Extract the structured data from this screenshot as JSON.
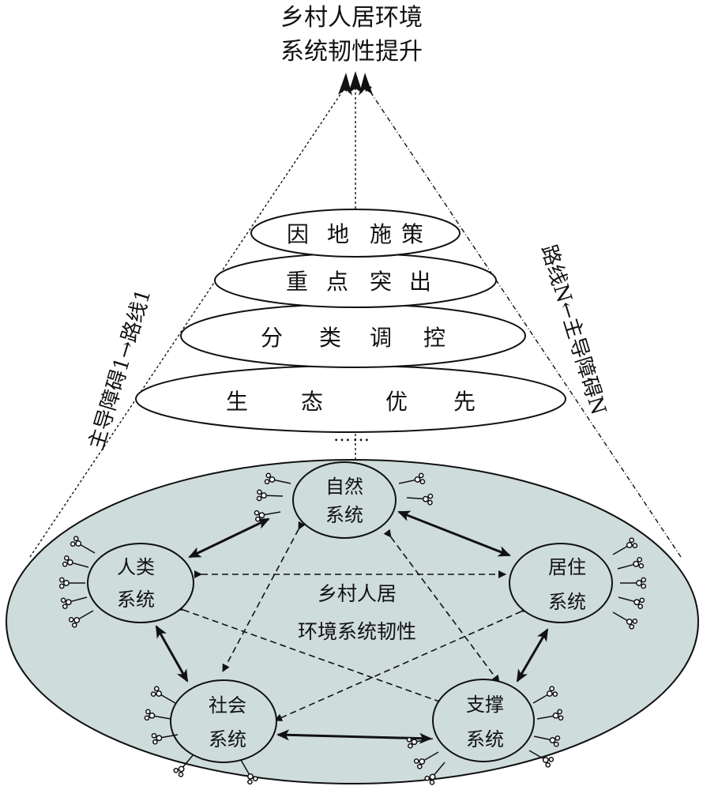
{
  "goal": {
    "line1": "乡村人居环境",
    "line2": "系统韧性提升"
  },
  "routes": {
    "left": "主导障碍1→路线1",
    "right": "路线N←主导障碍N"
  },
  "layers": [
    {
      "chars": [
        "因",
        "地",
        "施",
        "策"
      ]
    },
    {
      "chars": [
        "重",
        "点",
        "突",
        "出"
      ]
    },
    {
      "chars": [
        "分",
        "类",
        "调",
        "控"
      ]
    },
    {
      "chars": [
        "生",
        "态",
        "优",
        "先"
      ]
    }
  ],
  "ellipsis": "……",
  "center": {
    "line1": "乡村人居",
    "line2": "环境系统韧性"
  },
  "systems": {
    "nature": {
      "line1": "自然",
      "line2": "系统"
    },
    "human": {
      "line1": "人类",
      "line2": "系统"
    },
    "living": {
      "line1": "居住",
      "line2": "系统"
    },
    "social": {
      "line1": "社会",
      "line2": "系统"
    },
    "support": {
      "line1": "支撑",
      "line2": "系统"
    }
  }
}
